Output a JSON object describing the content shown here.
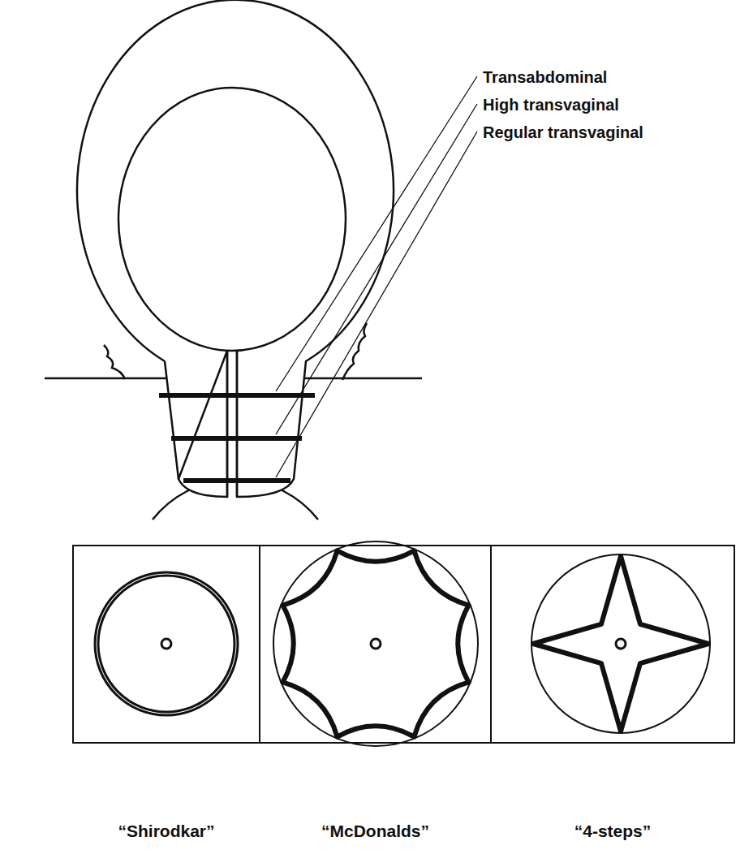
{
  "diagram": {
    "nodes": [
      {
        "text": [
          "“Shirodkar”"
        ]
      },
      {
        "text": [
          "“McDonalds”"
        ]
      },
      {
        "text": [
          "“4-steps”"
        ]
      }
    ],
    "labels": [
      "Transabdominal",
      "High transvaginal",
      "Regular transvaginal"
    ]
  }
}
